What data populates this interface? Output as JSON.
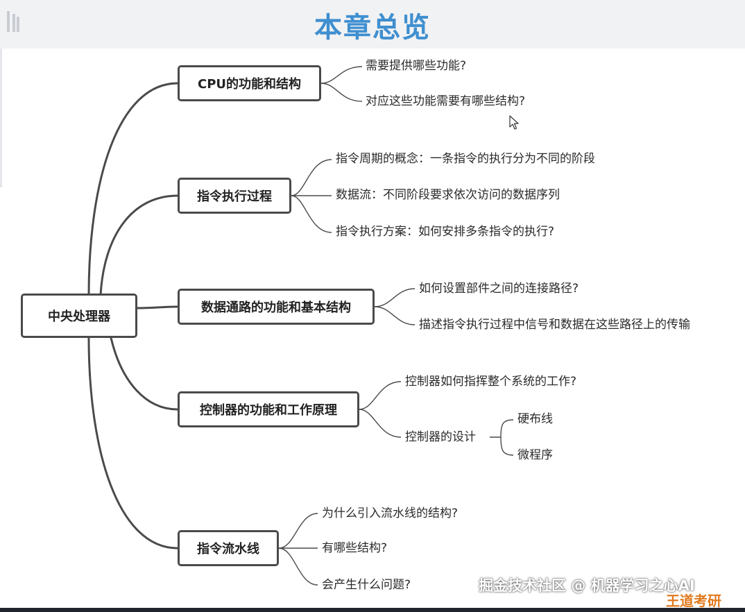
{
  "header": {
    "title": "本章总览"
  },
  "root": {
    "label": "中央处理器"
  },
  "branches": [
    {
      "label": "CPU的功能和结构",
      "items": [
        "需要提供哪些功能?",
        "对应这些功能需要有哪些结构?"
      ]
    },
    {
      "label": "指令执行过程",
      "items": [
        "指令周期的概念：一条指令的执行分为不同的阶段",
        "数据流：不同阶段要求依次访问的数据序列",
        "指令执行方案：如何安排多条指令的执行?"
      ]
    },
    {
      "label": "数据通路的功能和基本结构",
      "items": [
        "如何设置部件之间的连接路径?",
        "描述指令执行过程中信号和数据在这些路径上的传输"
      ]
    },
    {
      "label": "控制器的功能和工作原理",
      "items": [
        "控制器如何指挥整个系统的工作?",
        "控制器的设计"
      ],
      "sub_items": [
        "硬布线",
        "微程序"
      ]
    },
    {
      "label": "指令流水线",
      "items": [
        "为什么引入流水线的结构?",
        "有哪些结构?",
        "会产生什么问题?"
      ]
    }
  ],
  "watermark": {
    "text": "掘金技术社区 @ 机器学习之心AI",
    "tail": "王道考研"
  },
  "colors": {
    "title": "#3f8fd0",
    "connector": "#4a4a4a",
    "node_border": "#4a4a4a"
  }
}
